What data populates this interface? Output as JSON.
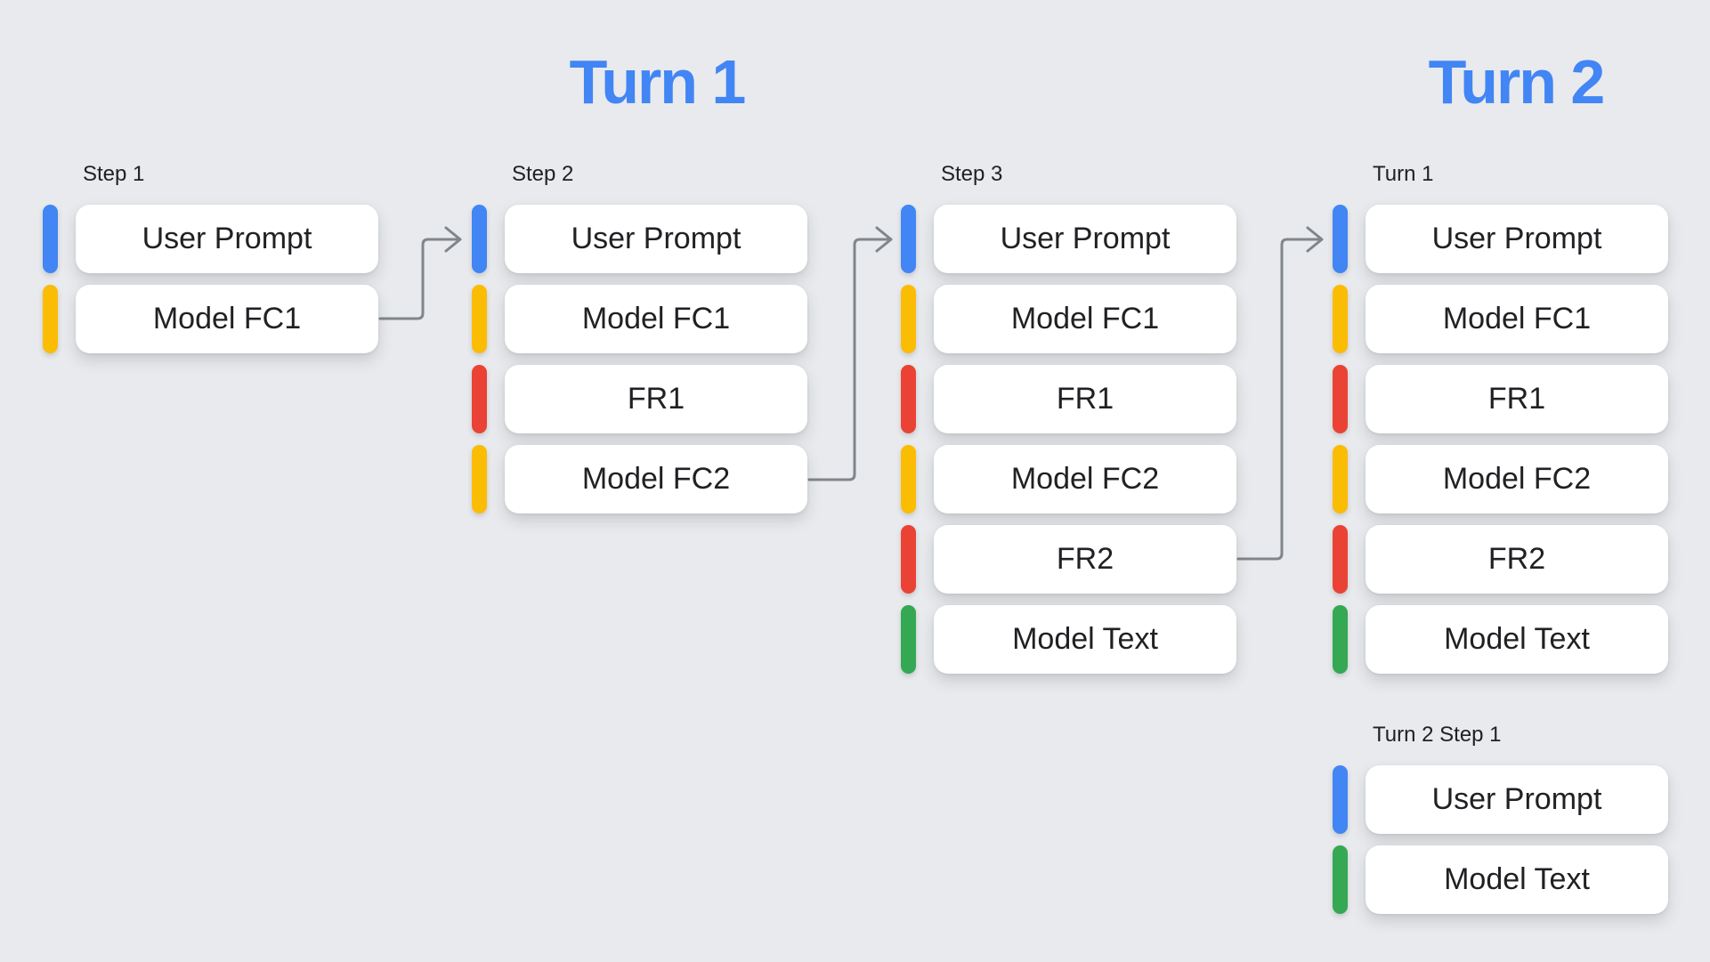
{
  "colors": {
    "bg": "#E8EAED",
    "blue": "#4285F4",
    "yellow": "#FBBC04",
    "red": "#EA4335",
    "green": "#34A853",
    "line": "#80868B",
    "text": "#202124",
    "title": "#4285F4"
  },
  "titles": {
    "turn1": "Turn 1",
    "turn2": "Turn 2"
  },
  "columns": [
    {
      "label": "Step 1",
      "cards": [
        {
          "label": "User Prompt",
          "color": "blue"
        },
        {
          "label": "Model FC1",
          "color": "yellow"
        }
      ]
    },
    {
      "label": "Step 2",
      "cards": [
        {
          "label": "User Prompt",
          "color": "blue"
        },
        {
          "label": "Model FC1",
          "color": "yellow"
        },
        {
          "label": "FR1",
          "color": "red"
        },
        {
          "label": "Model FC2",
          "color": "yellow"
        }
      ]
    },
    {
      "label": "Step 3",
      "cards": [
        {
          "label": "User Prompt",
          "color": "blue"
        },
        {
          "label": "Model FC1",
          "color": "yellow"
        },
        {
          "label": "FR1",
          "color": "red"
        },
        {
          "label": "Model FC2",
          "color": "yellow"
        },
        {
          "label": "FR2",
          "color": "red"
        },
        {
          "label": "Model Text",
          "color": "green"
        }
      ]
    },
    {
      "label": "Turn 1",
      "cards": [
        {
          "label": "User Prompt",
          "color": "blue"
        },
        {
          "label": "Model FC1",
          "color": "yellow"
        },
        {
          "label": "FR1",
          "color": "red"
        },
        {
          "label": "Model FC2",
          "color": "yellow"
        },
        {
          "label": "FR2",
          "color": "red"
        },
        {
          "label": "Model Text",
          "color": "green"
        }
      ]
    },
    {
      "label": "Turn 2 Step 1",
      "cards": [
        {
          "label": "User Prompt",
          "color": "blue"
        },
        {
          "label": "Model Text",
          "color": "green"
        }
      ]
    }
  ],
  "connections": [
    {
      "from": "Step 1 / Model FC1",
      "to": "Step 2 / User Prompt"
    },
    {
      "from": "Step 2 / Model FC2",
      "to": "Step 3 / User Prompt"
    },
    {
      "from": "Step 3 / FR2",
      "to": "Turn 1 / User Prompt"
    }
  ]
}
